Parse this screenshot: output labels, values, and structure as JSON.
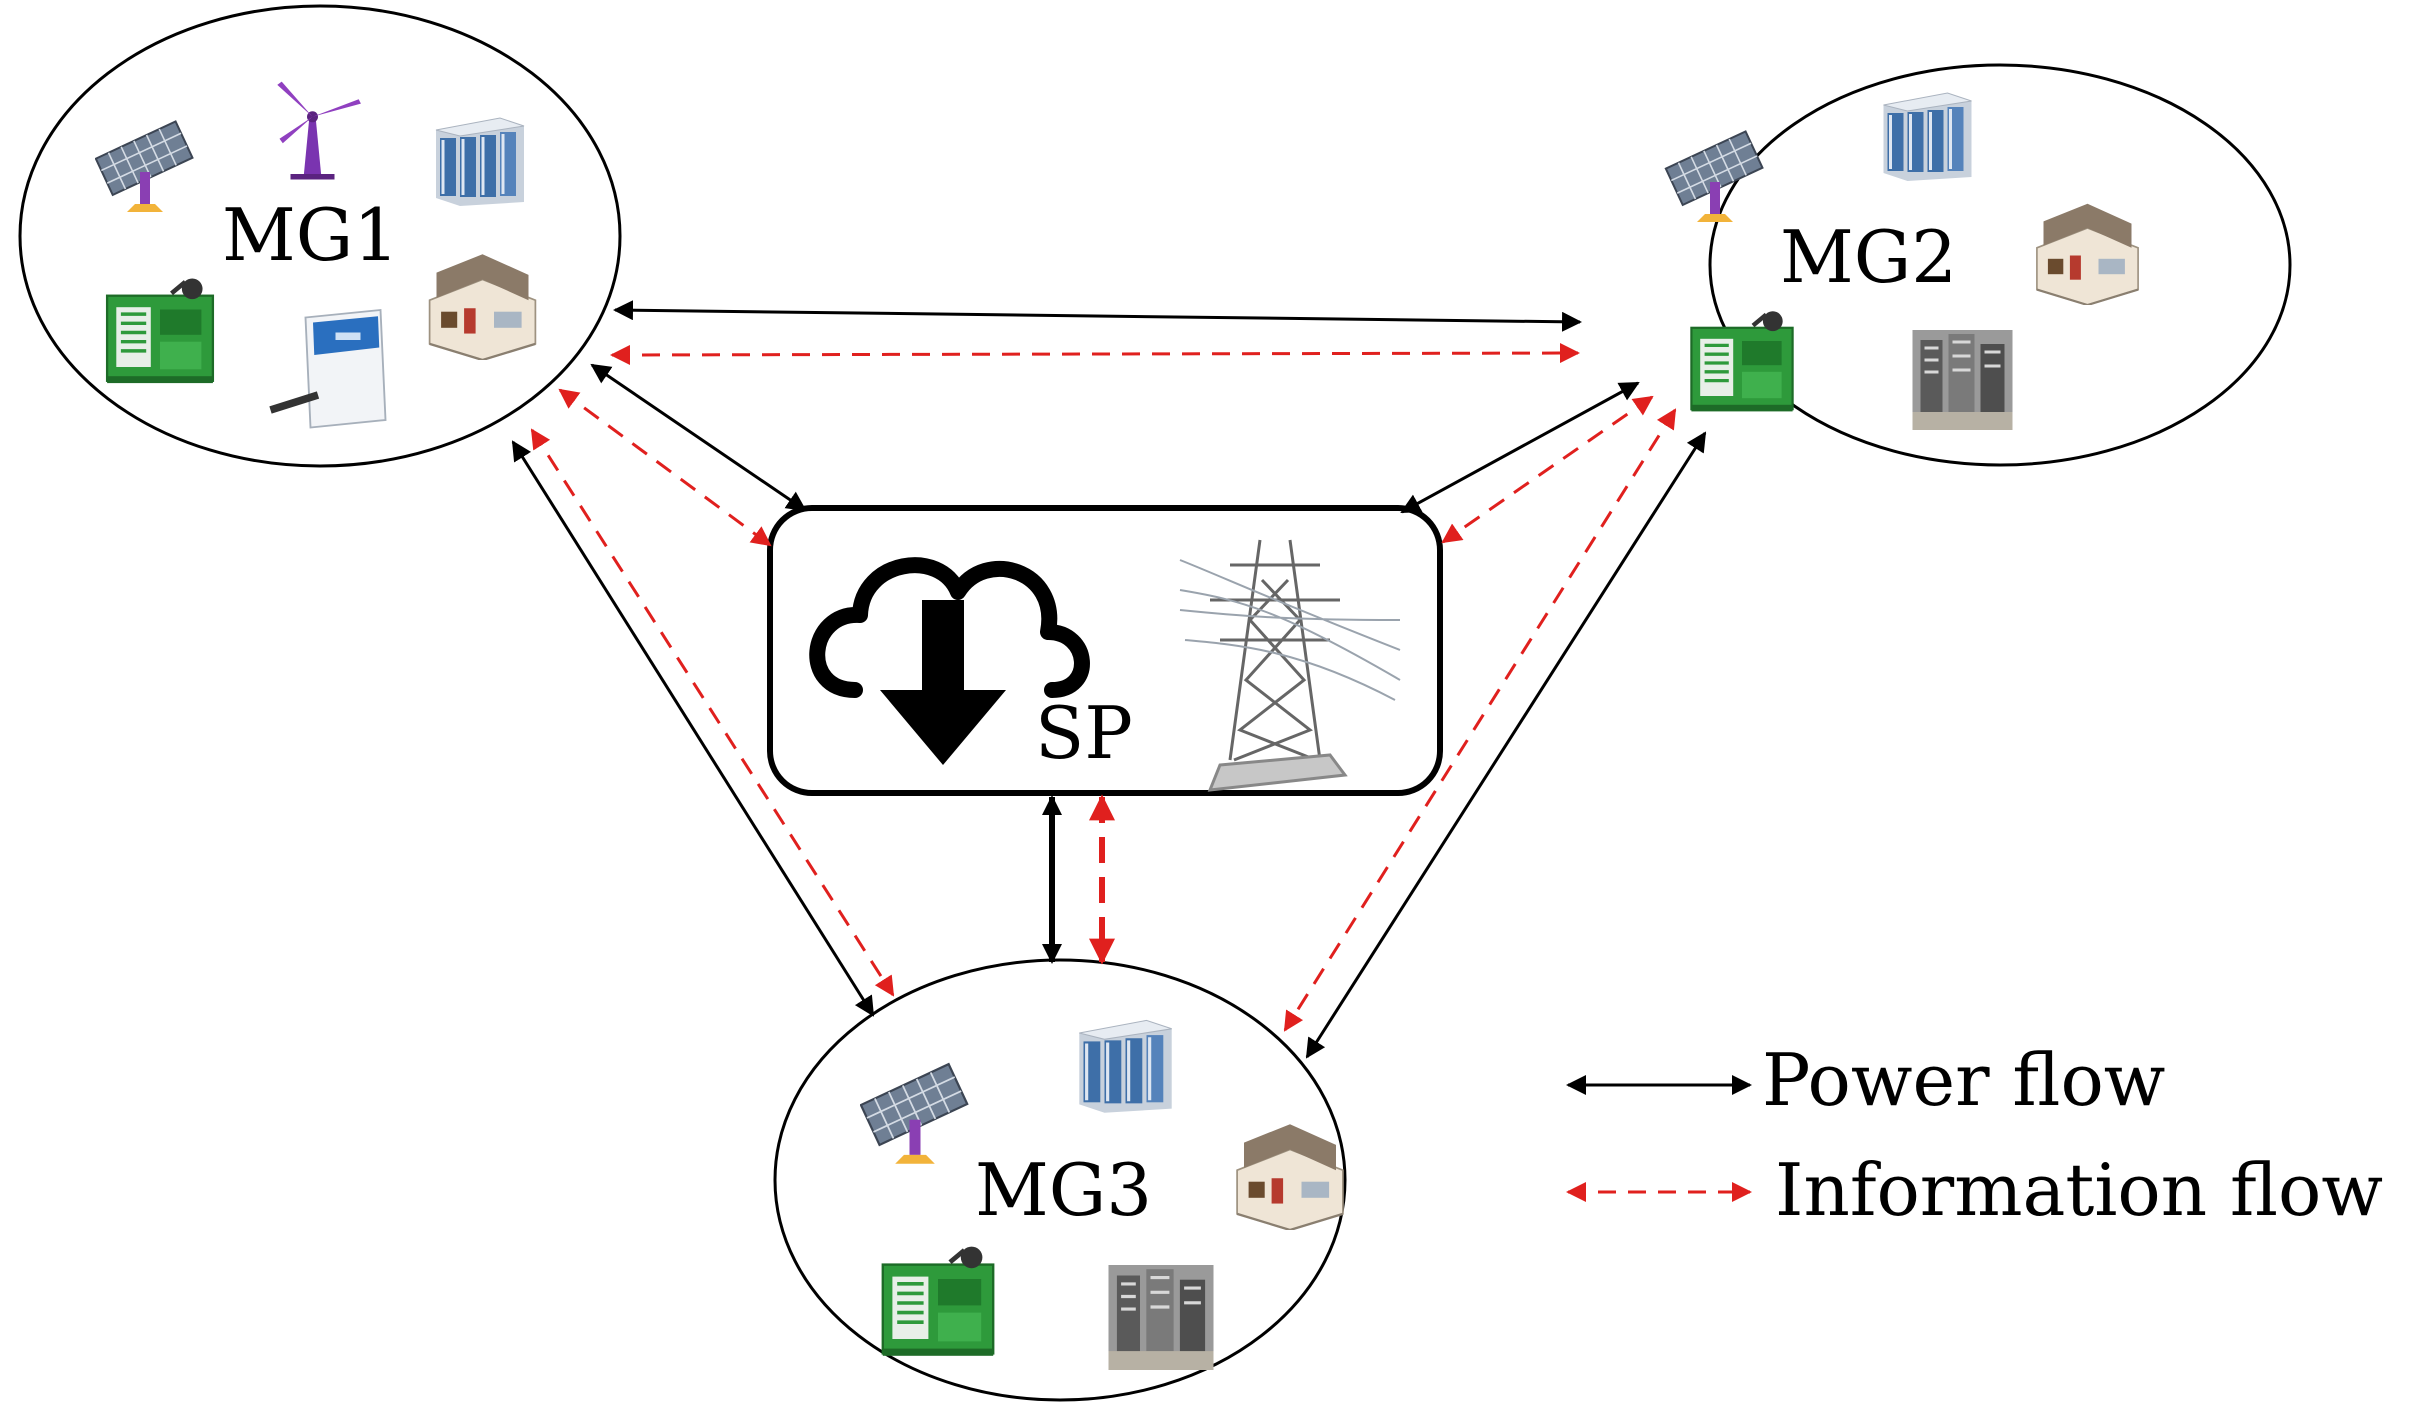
{
  "nodes": {
    "mg1": {
      "label": "MG1"
    },
    "mg2": {
      "label": "MG2"
    },
    "mg3": {
      "label": "MG3"
    },
    "sp": {
      "label": "SP"
    }
  },
  "legend": {
    "power": "Power flow",
    "information": "Information flow"
  },
  "colors": {
    "power_flow": "#000000",
    "information_flow": "#e0201e",
    "outline": "#000000",
    "solar_panel": "#6f7f94",
    "solar_post": "#8a3fb3",
    "wind_turbine": "#7a34b0",
    "storage": "#b9c4d2",
    "house_wall": "#efe5d6",
    "house_roof": "#8b7a68",
    "generator": "#2e9a3b",
    "fuel_cell": "#2a6fbf",
    "substation": "#6c6c6c",
    "pylon": "#666666"
  },
  "icons": {
    "sp_cloud": "cloud-download-icon",
    "sp_pylon": "transmission-tower-icon",
    "solar": "solar-panel-icon",
    "wind": "wind-turbine-icon",
    "storage": "battery-storage-icon",
    "house": "house-load-icon",
    "generator": "diesel-generator-icon",
    "fuel_cell": "fuel-cell-icon",
    "substation": "substation-icon"
  }
}
